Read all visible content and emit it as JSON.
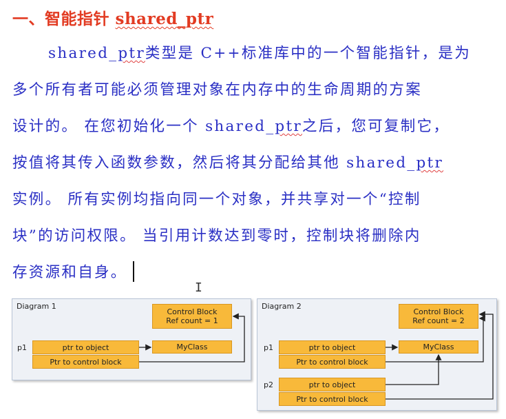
{
  "heading": {
    "prefix": "一、智能指针 ",
    "code": "shared_ptr"
  },
  "paragraph": {
    "line1_a": "shared_",
    "line1_b": "ptr",
    "line1_c": "类型是 C++标准库中的一个智能指针，是为",
    "line2": "多个所有者可能必须管理对象在内存中的生命周期的方案",
    "line3_a": "设计的。 在您初始化一个 shared_",
    "line3_b": "ptr",
    "line3_c": "之后，您可复制它，",
    "line4_a": "按值将其传入函数参数，然后将其分配给其他 shared_",
    "line4_b": "ptr",
    "line5": "实例。 所有实例均指向同一个对象，并共享对一个“控制",
    "line6": "块”的访问权限。 当引用计数达到零时，控制块将删除内",
    "line7": "存资源和自身。"
  },
  "diagram1": {
    "title": "Diagram 1",
    "control_block": [
      "Control Block",
      "Ref count = 1"
    ],
    "myclass": "MyClass",
    "p1_label": "p1",
    "p1_ptr_object": "ptr to object",
    "p1_ptr_control": "Ptr to control block"
  },
  "diagram2": {
    "title": "Diagram 2",
    "control_block": [
      "Control Block",
      "Ref count = 2"
    ],
    "myclass": "MyClass",
    "p1_label": "p1",
    "p1_ptr_object": "ptr to object",
    "p1_ptr_control": "Ptr to control block",
    "p2_label": "p2",
    "p2_ptr_object": "ptr to object",
    "p2_ptr_control": "Ptr to control block"
  },
  "colors": {
    "heading": "#e23b22",
    "body_text": "#2a2fc4",
    "box_fill": "#f8b93a",
    "diagram_bg": "#eef1f6"
  }
}
